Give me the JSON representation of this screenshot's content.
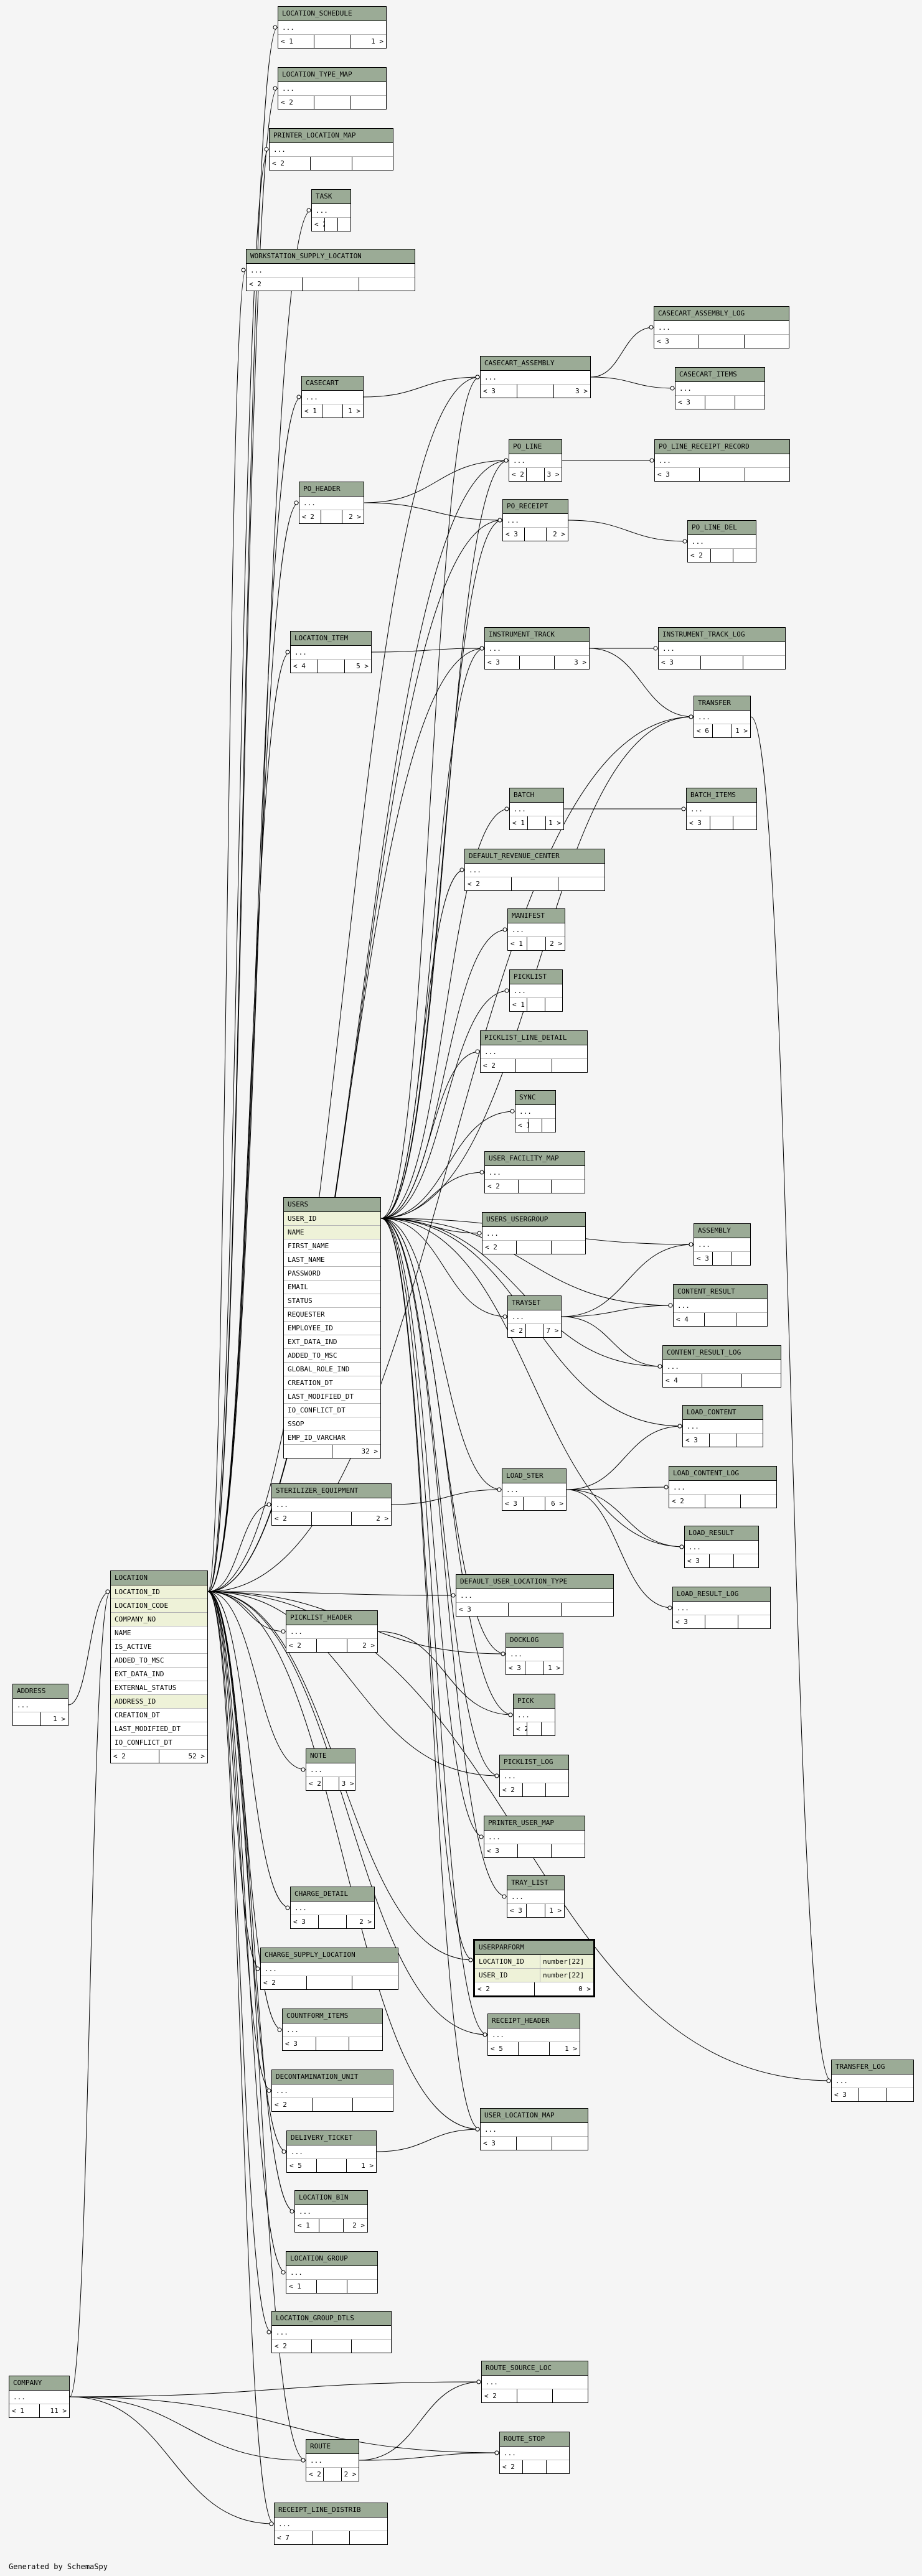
{
  "footer": "Generated by SchemaSpy",
  "tables": [
    {
      "name": "LOCATION_SCHEDULE",
      "rows": [
        "..."
      ],
      "foot": [
        "< 1",
        "",
        "1 >"
      ]
    },
    {
      "name": "LOCATION_TYPE_MAP",
      "rows": [
        "..."
      ],
      "foot": [
        "< 2",
        "",
        ""
      ]
    },
    {
      "name": "PRINTER_LOCATION_MAP",
      "rows": [
        "..."
      ],
      "foot": [
        "< 2",
        "",
        ""
      ]
    },
    {
      "name": "TASK",
      "rows": [
        "..."
      ],
      "foot": [
        "< 2",
        "",
        ""
      ]
    },
    {
      "name": "WORKSTATION_SUPPLY_LOCATION",
      "rows": [
        "..."
      ],
      "foot": [
        "< 2",
        "",
        ""
      ]
    },
    {
      "name": "CASECART_ASSEMBLY_LOG",
      "rows": [
        "..."
      ],
      "foot": [
        "< 3",
        "",
        ""
      ]
    },
    {
      "name": "CASECART_ASSEMBLY",
      "rows": [
        "..."
      ],
      "foot": [
        "< 3",
        "",
        "3 >"
      ]
    },
    {
      "name": "CASECART_ITEMS",
      "rows": [
        "..."
      ],
      "foot": [
        "< 3",
        "",
        ""
      ]
    },
    {
      "name": "CASECART",
      "rows": [
        "..."
      ],
      "foot": [
        "< 1",
        "",
        "1 >"
      ]
    },
    {
      "name": "PO_LINE",
      "rows": [
        "..."
      ],
      "foot": [
        "< 2",
        "",
        "3 >"
      ]
    },
    {
      "name": "PO_LINE_RECEIPT_RECORD",
      "rows": [
        "..."
      ],
      "foot": [
        "< 3",
        "",
        ""
      ]
    },
    {
      "name": "PO_HEADER",
      "rows": [
        "..."
      ],
      "foot": [
        "< 2",
        "",
        "2 >"
      ]
    },
    {
      "name": "PO_RECEIPT",
      "rows": [
        "..."
      ],
      "foot": [
        "< 3",
        "",
        "2 >"
      ]
    },
    {
      "name": "PO_LINE_DEL",
      "rows": [
        "..."
      ],
      "foot": [
        "< 2",
        "",
        ""
      ]
    },
    {
      "name": "LOCATION_ITEM",
      "rows": [
        "..."
      ],
      "foot": [
        "< 4",
        "",
        "5 >"
      ]
    },
    {
      "name": "INSTRUMENT_TRACK",
      "rows": [
        "..."
      ],
      "foot": [
        "< 3",
        "",
        "3 >"
      ]
    },
    {
      "name": "INSTRUMENT_TRACK_LOG",
      "rows": [
        "..."
      ],
      "foot": [
        "< 3",
        "",
        ""
      ]
    },
    {
      "name": "TRANSFER",
      "rows": [
        "..."
      ],
      "foot": [
        "< 6",
        "",
        "1 >"
      ]
    },
    {
      "name": "BATCH",
      "rows": [
        "..."
      ],
      "foot": [
        "< 1",
        "",
        "1 >"
      ]
    },
    {
      "name": "BATCH_ITEMS",
      "rows": [
        "..."
      ],
      "foot": [
        "< 3",
        "",
        ""
      ]
    },
    {
      "name": "DEFAULT_REVENUE_CENTER",
      "rows": [
        "..."
      ],
      "foot": [
        "< 2",
        "",
        ""
      ]
    },
    {
      "name": "MANIFEST",
      "rows": [
        "..."
      ],
      "foot": [
        "< 1",
        "",
        "2 >"
      ]
    },
    {
      "name": "PICKLIST",
      "rows": [
        "..."
      ],
      "foot": [
        "< 1",
        "",
        ""
      ]
    },
    {
      "name": "PICKLIST_LINE_DETAIL",
      "rows": [
        "..."
      ],
      "foot": [
        "< 2",
        "",
        ""
      ]
    },
    {
      "name": "SYNC",
      "rows": [
        "..."
      ],
      "foot": [
        "< 1",
        "",
        ""
      ]
    },
    {
      "name": "USER_FACILITY_MAP",
      "rows": [
        "..."
      ],
      "foot": [
        "< 2",
        "",
        ""
      ]
    },
    {
      "name": "USERS_USERGROUP",
      "rows": [
        "..."
      ],
      "foot": [
        "< 2",
        "",
        ""
      ]
    },
    {
      "name": "ASSEMBLY",
      "rows": [
        "..."
      ],
      "foot": [
        "< 3",
        "",
        ""
      ]
    },
    {
      "name": "CONTENT_RESULT",
      "rows": [
        "..."
      ],
      "foot": [
        "< 4",
        "",
        ""
      ]
    },
    {
      "name": "TRAYSET",
      "rows": [
        "..."
      ],
      "foot": [
        "< 2",
        "",
        "7 >"
      ]
    },
    {
      "name": "CONTENT_RESULT_LOG",
      "rows": [
        "..."
      ],
      "foot": [
        "< 4",
        "",
        ""
      ]
    },
    {
      "name": "LOAD_CONTENT",
      "rows": [
        "..."
      ],
      "foot": [
        "< 3",
        "",
        ""
      ]
    },
    {
      "name": "LOAD_STER",
      "rows": [
        "..."
      ],
      "foot": [
        "< 3",
        "",
        "6 >"
      ]
    },
    {
      "name": "LOAD_CONTENT_LOG",
      "rows": [
        "..."
      ],
      "foot": [
        "< 2",
        "",
        ""
      ]
    },
    {
      "name": "STERILIZER_EQUIPMENT",
      "rows": [
        "..."
      ],
      "foot": [
        "< 2",
        "",
        "2 >"
      ]
    },
    {
      "name": "LOAD_RESULT",
      "rows": [
        "..."
      ],
      "foot": [
        "< 3",
        "",
        ""
      ]
    },
    {
      "name": "DEFAULT_USER_LOCATION_TYPE",
      "rows": [
        "..."
      ],
      "foot": [
        "< 3",
        "",
        ""
      ]
    },
    {
      "name": "LOAD_RESULT_LOG",
      "rows": [
        "..."
      ],
      "foot": [
        "< 3",
        "",
        ""
      ]
    },
    {
      "name": "PICKLIST_HEADER",
      "rows": [
        "..."
      ],
      "foot": [
        "< 2",
        "",
        "2 >"
      ]
    },
    {
      "name": "DOCKLOG",
      "rows": [
        "..."
      ],
      "foot": [
        "< 3",
        "",
        "1 >"
      ]
    },
    {
      "name": "PICK",
      "rows": [
        "..."
      ],
      "foot": [
        "< 2",
        "",
        ""
      ]
    },
    {
      "name": "NOTE",
      "rows": [
        "..."
      ],
      "foot": [
        "< 2",
        "",
        "3 >"
      ]
    },
    {
      "name": "PICKLIST_LOG",
      "rows": [
        "..."
      ],
      "foot": [
        "< 2",
        "",
        ""
      ]
    },
    {
      "name": "PRINTER_USER_MAP",
      "rows": [
        "..."
      ],
      "foot": [
        "< 3",
        "",
        ""
      ]
    },
    {
      "name": "CHARGE_DETAIL",
      "rows": [
        "..."
      ],
      "foot": [
        "< 3",
        "",
        "2 >"
      ]
    },
    {
      "name": "TRAY_LIST",
      "rows": [
        "..."
      ],
      "foot": [
        "< 3",
        "",
        "1 >"
      ]
    },
    {
      "name": "CHARGE_SUPPLY_LOCATION",
      "rows": [
        "..."
      ],
      "foot": [
        "< 2",
        "",
        ""
      ]
    },
    {
      "name": "RECEIPT_HEADER",
      "rows": [
        "..."
      ],
      "foot": [
        "< 5",
        "",
        "1 >"
      ]
    },
    {
      "name": "COUNTFORM_ITEMS",
      "rows": [
        "..."
      ],
      "foot": [
        "< 3",
        "",
        ""
      ]
    },
    {
      "name": "DECONTAMINATION_UNIT",
      "rows": [
        "..."
      ],
      "foot": [
        "< 2",
        "",
        ""
      ]
    },
    {
      "name": "TRANSFER_LOG",
      "rows": [
        "..."
      ],
      "foot": [
        "< 3",
        "",
        ""
      ]
    },
    {
      "name": "USER_LOCATION_MAP",
      "rows": [
        "..."
      ],
      "foot": [
        "< 3",
        "",
        ""
      ]
    },
    {
      "name": "DELIVERY_TICKET",
      "rows": [
        "..."
      ],
      "foot": [
        "< 5",
        "",
        "1 >"
      ]
    },
    {
      "name": "LOCATION_BIN",
      "rows": [
        "..."
      ],
      "foot": [
        "< 1",
        "",
        "2 >"
      ]
    },
    {
      "name": "LOCATION_GROUP",
      "rows": [
        "..."
      ],
      "foot": [
        "< 1",
        "",
        ""
      ]
    },
    {
      "name": "LOCATION_GROUP_DTLS",
      "rows": [
        "..."
      ],
      "foot": [
        "< 2",
        "",
        ""
      ]
    },
    {
      "name": "ROUTE_SOURCE_LOC",
      "rows": [
        "..."
      ],
      "foot": [
        "< 2",
        "",
        ""
      ]
    },
    {
      "name": "ROUTE_STOP",
      "rows": [
        "..."
      ],
      "foot": [
        "< 2",
        "",
        ""
      ]
    },
    {
      "name": "ROUTE",
      "rows": [
        "..."
      ],
      "foot": [
        "< 2",
        "",
        "2 >"
      ]
    },
    {
      "name": "RECEIPT_LINE_DISTRIB",
      "rows": [
        "..."
      ],
      "foot": [
        "< 7",
        "",
        ""
      ]
    },
    {
      "name": "ADDRESS",
      "rows": [
        "..."
      ],
      "foot": [
        "",
        "1 >"
      ]
    },
    {
      "name": "COMPANY",
      "rows": [
        "..."
      ],
      "foot": [
        "< 1",
        "11 >"
      ]
    },
    {
      "name": "USERS",
      "rows": [
        "USER_ID",
        "NAME",
        "FIRST_NAME",
        "LAST_NAME",
        "PASSWORD",
        "EMAIL",
        "STATUS",
        "REQUESTER",
        "EMPLOYEE_ID",
        "EXT_DATA_IND",
        "ADDED_TO_MSC",
        "GLOBAL_ROLE_IND",
        "CREATION_DT",
        "LAST_MODIFIED_DT",
        "IO_CONFLICT_DT",
        "SSOP",
        "EMP_ID_VARCHAR"
      ],
      "keys": [
        0,
        1
      ],
      "foot": [
        "",
        "32 >"
      ]
    },
    {
      "name": "LOCATION",
      "rows": [
        "LOCATION_ID",
        "LOCATION_CODE",
        "COMPANY_NO",
        "NAME",
        "IS_ACTIVE",
        "ADDED_TO_MSC",
        "EXT_DATA_IND",
        "EXTERNAL_STATUS",
        "ADDRESS_ID",
        "CREATION_DT",
        "LAST_MODIFIED_DT",
        "IO_CONFLICT_DT"
      ],
      "keys": [
        0,
        1,
        2,
        8
      ],
      "foot": [
        "< 2",
        "52 >"
      ]
    },
    {
      "name": "USERPARFORM",
      "rows2": [
        [
          "LOCATION_ID",
          "number[22]"
        ],
        [
          "USER_ID",
          "number[22]"
        ]
      ],
      "foot": [
        "< 2",
        "0 >"
      ],
      "selected": true
    }
  ]
}
